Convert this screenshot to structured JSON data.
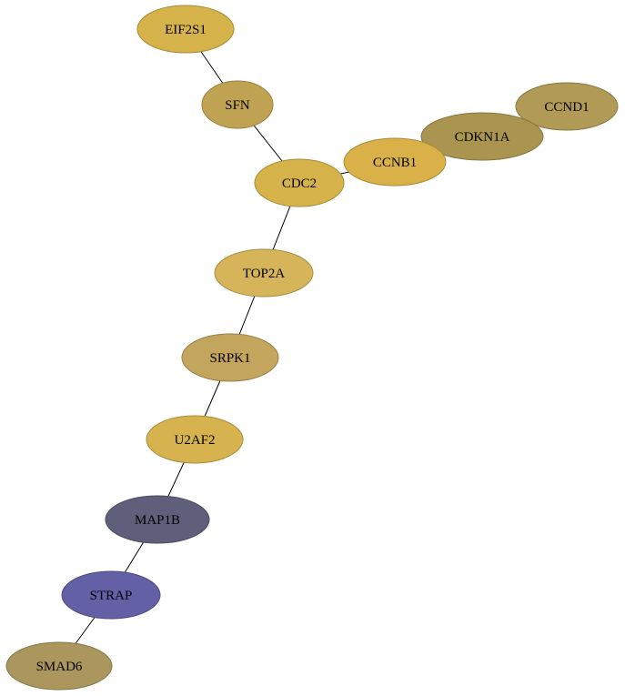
{
  "graph": {
    "nodes": [
      {
        "id": "EIF2S1",
        "label": "EIF2S1",
        "color": "#d6b34a"
      },
      {
        "id": "SFN",
        "label": "SFN",
        "color": "#c0a352"
      },
      {
        "id": "CDC2",
        "label": "CDC2",
        "color": "#d6b34a"
      },
      {
        "id": "CCNB1",
        "label": "CCNB1",
        "color": "#d9b148"
      },
      {
        "id": "CDKN1A",
        "label": "CDKN1A",
        "color": "#aa9550"
      },
      {
        "id": "CCND1",
        "label": "CCND1",
        "color": "#b09a56"
      },
      {
        "id": "TOP2A",
        "label": "TOP2A",
        "color": "#d6b55a"
      },
      {
        "id": "SRPK1",
        "label": "SRPK1",
        "color": "#c3a55e"
      },
      {
        "id": "U2AF2",
        "label": "U2AF2",
        "color": "#d6b34e"
      },
      {
        "id": "MAP1B",
        "label": "MAP1B",
        "color": "#5f5f7c"
      },
      {
        "id": "STRAP",
        "label": "STRAP",
        "color": "#6460a6"
      },
      {
        "id": "SMAD6",
        "label": "SMAD6",
        "color": "#ab975e"
      }
    ],
    "edges": [
      {
        "from": "EIF2S1",
        "to": "SFN"
      },
      {
        "from": "SFN",
        "to": "CDC2"
      },
      {
        "from": "CDC2",
        "to": "CCNB1"
      },
      {
        "from": "CDC2",
        "to": "TOP2A"
      },
      {
        "from": "TOP2A",
        "to": "SRPK1"
      },
      {
        "from": "SRPK1",
        "to": "U2AF2"
      },
      {
        "from": "U2AF2",
        "to": "MAP1B"
      },
      {
        "from": "MAP1B",
        "to": "STRAP"
      },
      {
        "from": "STRAP",
        "to": "SMAD6"
      }
    ]
  }
}
